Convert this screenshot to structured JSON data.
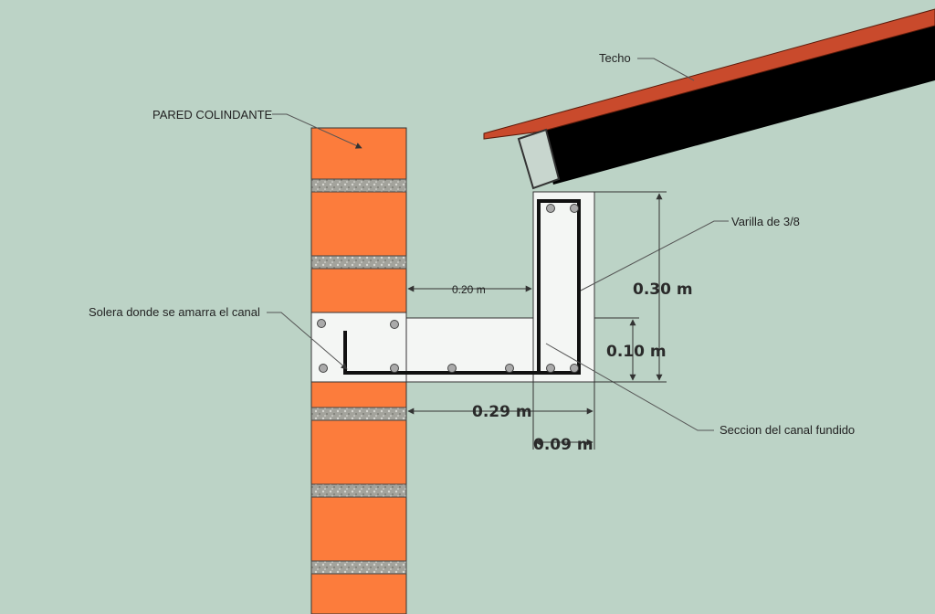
{
  "colors": {
    "background": "#bcd3c6",
    "brick": "#fc7c3c",
    "mortar": "#9a9a94",
    "concrete": "#f4f6f4",
    "rebar": "#111111",
    "roof_top": "#c94a2c",
    "roof_body": "#000000"
  },
  "labels": {
    "techo": "Techo",
    "pared": "PARED COLINDANTE",
    "varilla": "Varilla de 3/8",
    "solera": "Solera donde se amarra el canal",
    "seccion": "Seccion del canal fundido"
  },
  "dimensions": {
    "gap": "0.20 m",
    "height_total": "0.30 m",
    "height_base": "0.10 m",
    "length": "0.29 m",
    "thickness": "0.09 m"
  }
}
